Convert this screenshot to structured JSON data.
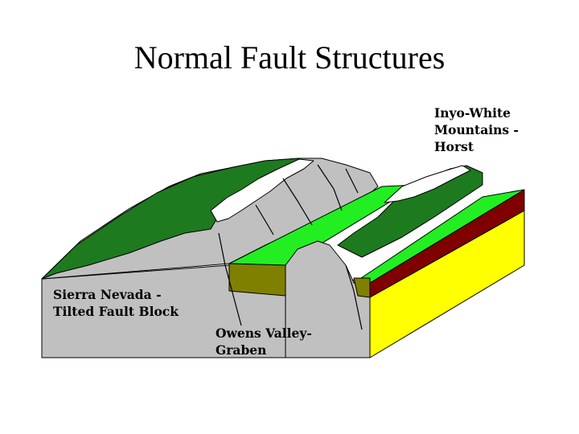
{
  "title": "Normal Fault Structures",
  "labels": {
    "horst": [
      "Inyo-White",
      "Mountains -",
      "Horst"
    ],
    "tilted_block": [
      "Sierra Nevada -",
      "Tilted Fault Block"
    ],
    "graben": [
      "Owens Valley-",
      "Graben"
    ]
  },
  "colors": {
    "rock": "#c0c0c0",
    "vegetation": "#1e7a1e",
    "valley_floor": "#22ee22",
    "sediment": "#808000",
    "red_layer": "#800000",
    "yellow_layer": "#ffff00",
    "snow": "#ffffff"
  }
}
